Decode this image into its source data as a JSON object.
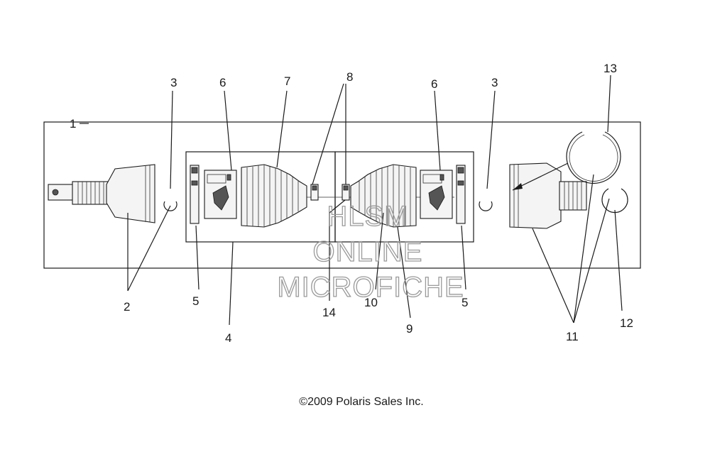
{
  "callouts": {
    "c1": "1",
    "c2": "2",
    "c3a": "3",
    "c3b": "3",
    "c4": "4",
    "c5a": "5",
    "c5b": "5",
    "c6a": "6",
    "c6b": "6",
    "c7": "7",
    "c8": "8",
    "c9": "9",
    "c10": "10",
    "c11": "11",
    "c12": "12",
    "c13": "13",
    "c14": "14"
  },
  "watermark": {
    "line1": "HLSM",
    "line2": "ONLINE",
    "line3": "MICROFICHE"
  },
  "copyright": "©2009 Polaris Sales Inc."
}
